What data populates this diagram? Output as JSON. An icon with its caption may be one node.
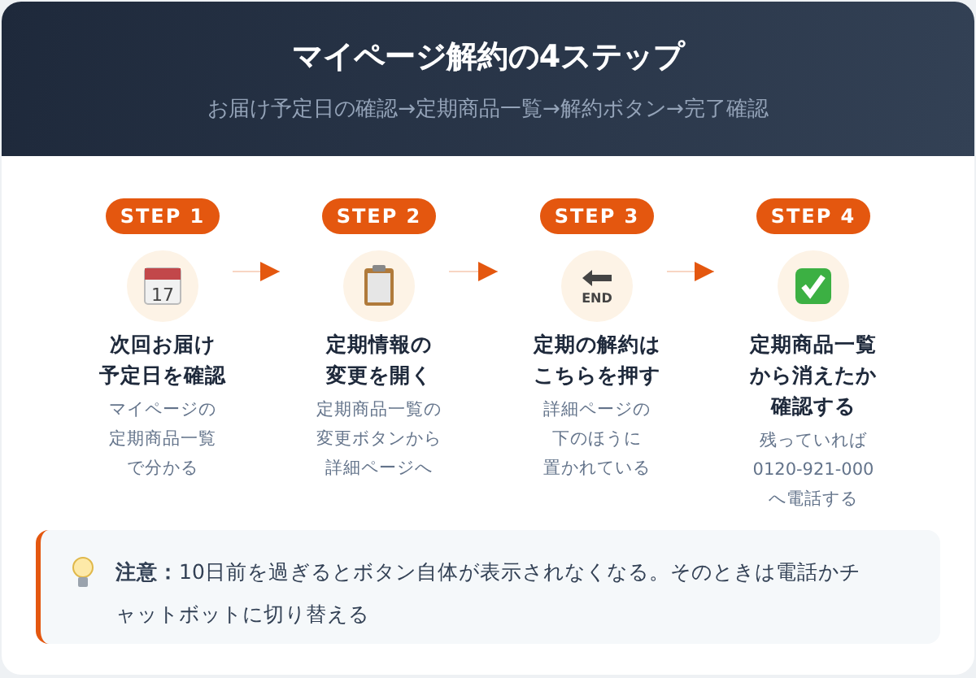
{
  "diagram": {
    "title": "マイページ解約の4ステップ",
    "nodes": [
      {
        "text": [
          "STEP 1",
          "次回お届け予定日を確認",
          "マイページの定期商品一覧で分かる"
        ]
      },
      {
        "text": [
          "STEP 2",
          "定期情報の変更を開く",
          "定期商品一覧の変更ボタンから詳細ページへ"
        ]
      },
      {
        "text": [
          "STEP 3",
          "定期の解約はこちらを押す",
          "詳細ページの下のほうに置かれている"
        ]
      },
      {
        "text": [
          "STEP 4",
          "定期商品一覧から消えたか確認する",
          "残っていれば0120-921-000へ電話する"
        ]
      },
      {
        "text": [
          "**注意：**10日前を過ぎるとボタン自体が表示されなくなる。そのときは電話かチャットボットに切り替える"
        ]
      }
    ],
    "edges": [
      {
        "from": 0,
        "to": 1,
        "arrow": "to"
      },
      {
        "from": 1,
        "to": 2,
        "arrow": "to"
      },
      {
        "from": 2,
        "to": 3,
        "arrow": "to"
      }
    ],
    "labels": [
      "お届け予定日の確認→定期商品一覧→解約ボタン→完了確認",
      "17",
      "END"
    ]
  }
}
